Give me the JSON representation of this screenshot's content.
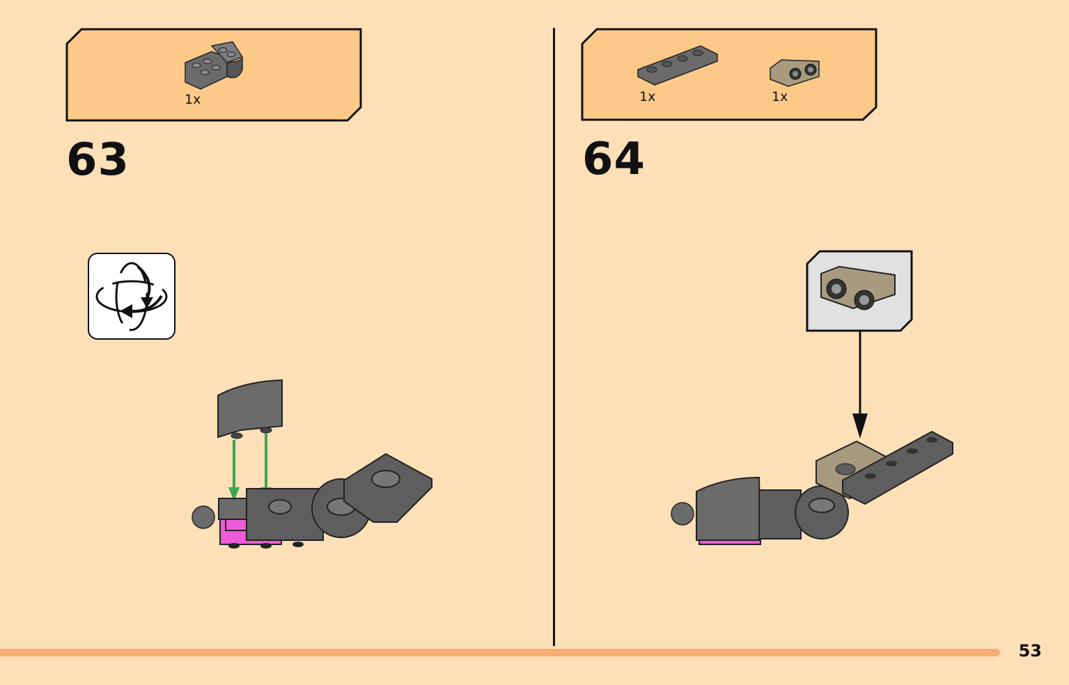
{
  "steps": [
    {
      "number": "63",
      "parts": [
        {
          "part": "dark-gray-curved-inverted-plate-2x2",
          "quantity": "1x"
        }
      ],
      "icons": [
        "rotate-model-icon"
      ]
    },
    {
      "number": "64",
      "parts": [
        {
          "part": "dark-gray-plate-1x4",
          "quantity": "1x"
        },
        {
          "part": "tan-bracket-1x2",
          "quantity": "1x"
        }
      ]
    }
  ],
  "page": {
    "number": "53"
  },
  "colors": {
    "background": "#fde0b8",
    "parts_box": "#fcc988",
    "dark_gray_brick": "#6b6b6b",
    "tan_brick": "#a89a7f",
    "magenta_brick": "#f05bd7",
    "green_arrow": "#3aa655",
    "bottom_bar": "#f5ad72"
  }
}
